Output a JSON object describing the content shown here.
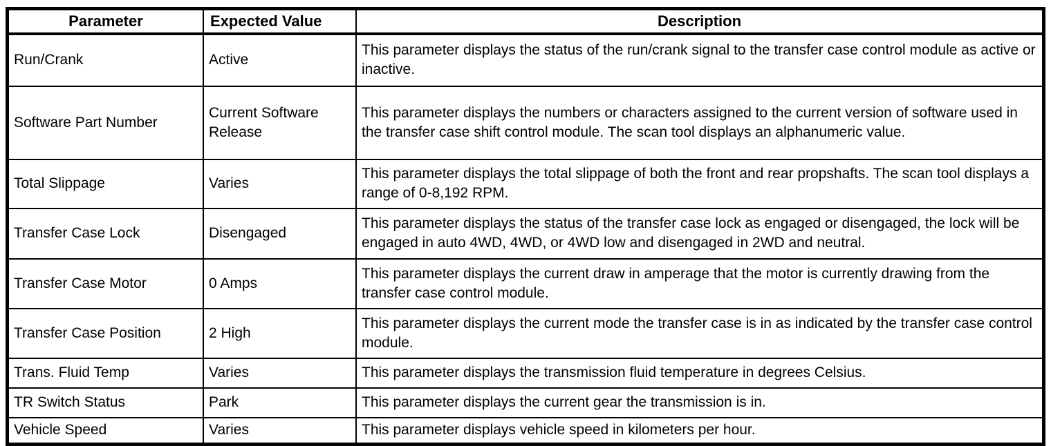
{
  "colors": {
    "text": "#000000",
    "background": "#ffffff",
    "border": "#000000"
  },
  "table": {
    "headers": [
      "Parameter",
      "Expected Value",
      "Description"
    ],
    "rows": [
      {
        "parameter": "Run/Crank",
        "expected_value": "Active",
        "description": "This parameter displays the status of the run/crank signal to the transfer case control module as active or inactive."
      },
      {
        "parameter": "Software Part Number",
        "expected_value": "Current Software Release",
        "description": "This parameter displays the numbers or characters assigned to the current version of software used in the transfer case shift control module. The scan tool displays an alphanumeric value."
      },
      {
        "parameter": "Total Slippage",
        "expected_value": "Varies",
        "description": "This parameter displays the total slippage of both the front and rear propshafts. The scan tool displays a range of 0-8,192 RPM."
      },
      {
        "parameter": "Transfer Case Lock",
        "expected_value": "Disengaged",
        "description": "This parameter displays the status of the transfer case lock as engaged or disengaged, the lock will be engaged in auto 4WD, 4WD, or 4WD low and disengaged in 2WD and neutral."
      },
      {
        "parameter": "Transfer Case Motor",
        "expected_value": "0 Amps",
        "description": "This parameter displays the current draw in amperage that the motor is currently drawing from the transfer case control module."
      },
      {
        "parameter": "Transfer Case Position",
        "expected_value": "2 High",
        "description": "This parameter displays the current mode the transfer case is in as indicated by the transfer case control module."
      },
      {
        "parameter": "Trans. Fluid Temp",
        "expected_value": "Varies",
        "description": "This parameter displays the transmission fluid temperature in degrees Celsius."
      },
      {
        "parameter": "TR Switch Status",
        "expected_value": "Park",
        "description": "This parameter displays the current gear the transmission is in."
      },
      {
        "parameter": "Vehicle Speed",
        "expected_value": "Varies",
        "description": "This parameter displays vehicle speed in kilometers per hour."
      }
    ]
  }
}
